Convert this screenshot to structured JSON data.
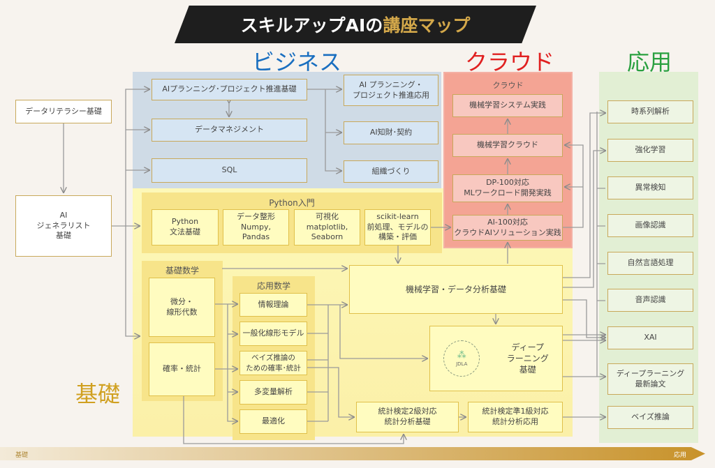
{
  "title": {
    "part1": "スキルアップAIの",
    "part2": "講座マップ"
  },
  "sections": {
    "business": "ビジネス",
    "cloud": "クラウド",
    "applied": "応用",
    "basics": "基礎"
  },
  "colors": {
    "business": "#1a6fc0",
    "cloud": "#e02020",
    "applied": "#2aa040",
    "basics": "#d0a020"
  },
  "entry": {
    "literacy": "データリテラシー基礎",
    "generalist": "AI\nジェネラリスト\n基礎"
  },
  "business": {
    "planning_basic": "AIプランニング･プロジェクト推進基礎",
    "data_mgmt": "データマネジメント",
    "sql": "SQL",
    "planning_adv": "AI プランニング・\nプロジェクト推進応用",
    "ip": "AI知財･契約",
    "org": "組織づくり"
  },
  "python": {
    "label": "Python入門",
    "items": [
      "Python\n文法基礎",
      "データ整形\nNumpy,\nPandas",
      "可視化\nmatplotlib,\nSeaborn",
      "scikit-learn\n前処理、モデルの\n構築・評価"
    ]
  },
  "cloud": {
    "label": "クラウド",
    "items": [
      "機械学習システム実践",
      "機械学習クラウド",
      "DP-100対応\nMLワークロード開発実践",
      "AI-100対応\nクラウドAIソリューション実践"
    ]
  },
  "applied": {
    "items": [
      "時系列解析",
      "強化学習",
      "異常検知",
      "画像認識",
      "自然言語処理",
      "音声認識",
      "XAI",
      "ディープラーニング\n最新論文",
      "ベイズ推論"
    ]
  },
  "basic_math": {
    "label": "基礎数学",
    "items": [
      "微分・\n線形代数",
      "確率・統計"
    ]
  },
  "applied_math": {
    "label": "応用数学",
    "items": [
      "情報理論",
      "一般化線形モデル",
      "ベイズ推論の\nための確率･統計",
      "多変量解析",
      "最適化"
    ]
  },
  "ml": {
    "foundation": "機械学習・データ分析基礎",
    "deep": "ディープ\nラーニング\n基礎",
    "jdla": "JDLA",
    "stat2": "統計検定2級対応\n統計分析基礎",
    "stat1": "統計検定準1級対応\n統計分析応用"
  },
  "axis": {
    "start": "基礎",
    "end": "応用"
  }
}
